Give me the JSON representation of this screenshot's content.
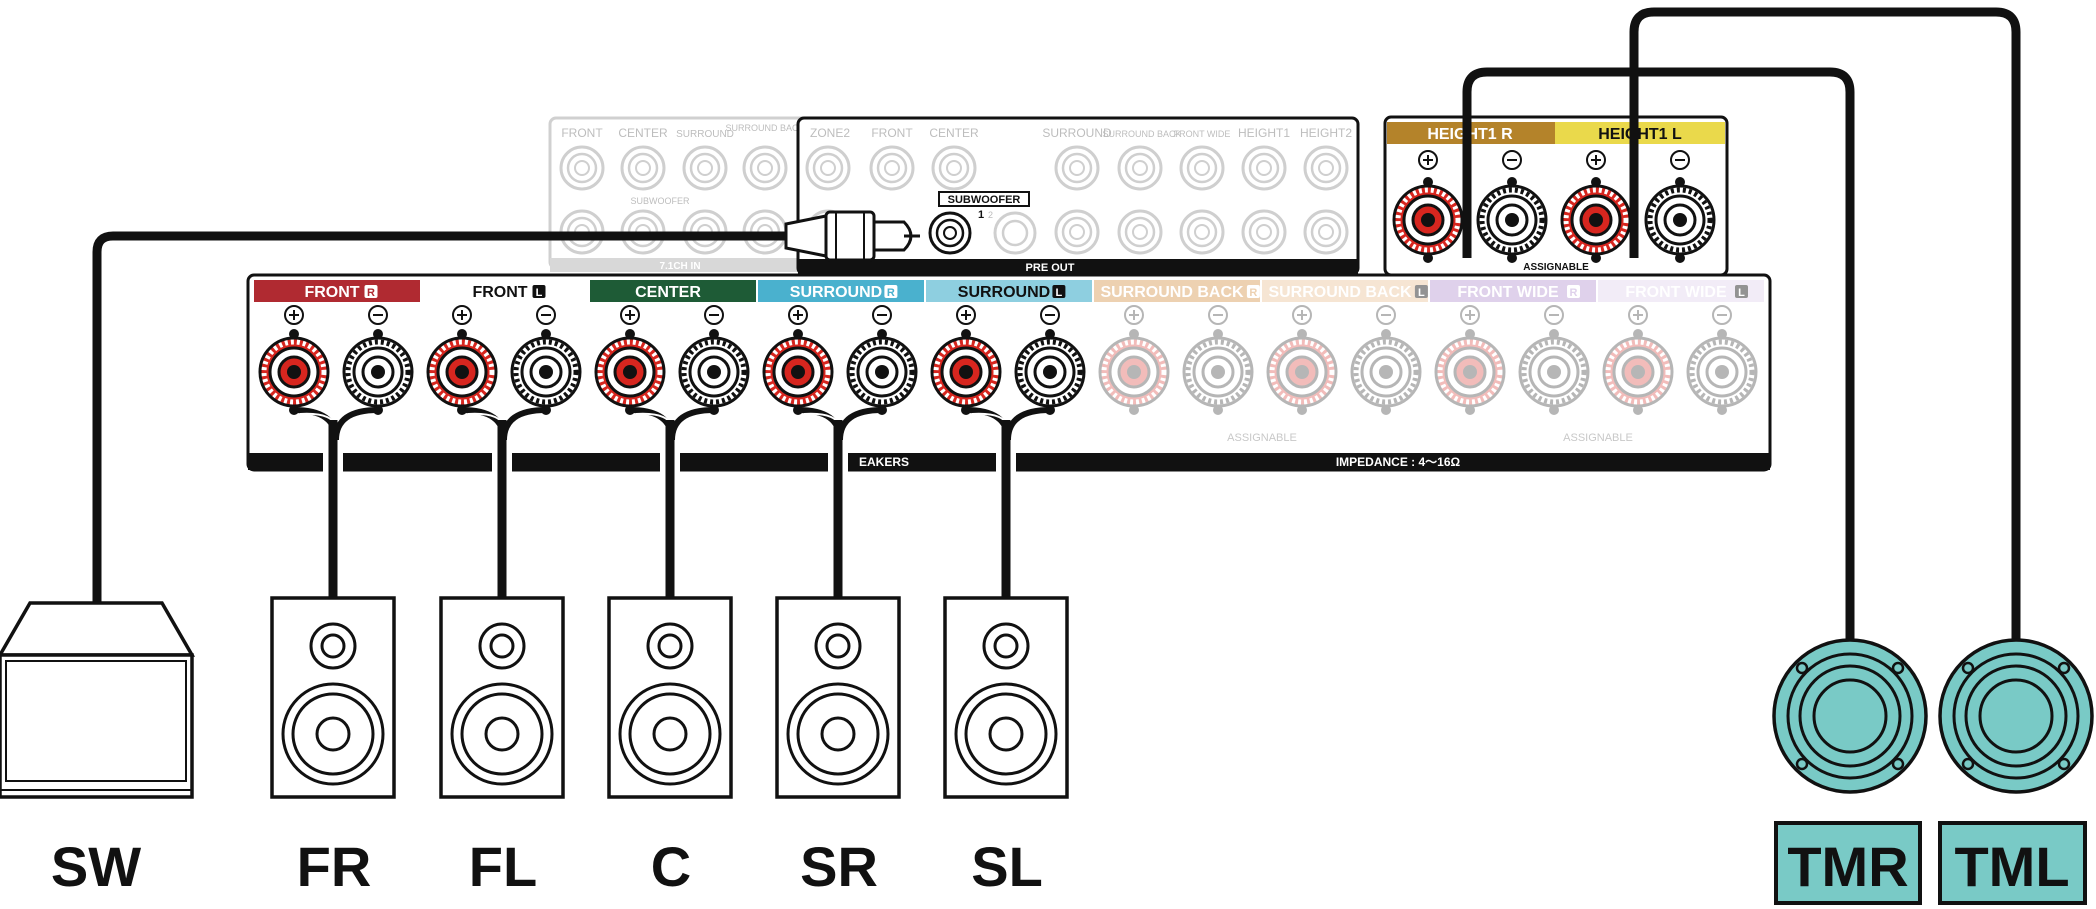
{
  "preout": {
    "in71": {
      "top_labels": [
        "FRONT",
        "CENTER",
        "SURROUND",
        "SURROUND BACK"
      ],
      "mid_label": "SUBWOOFER",
      "bar_label": "7.1CH IN"
    },
    "out": {
      "top_labels": [
        "ZONE2",
        "FRONT",
        "CENTER",
        "SURROUND",
        "SURROUND BACK",
        "FRONT WIDE",
        "HEIGHT1",
        "HEIGHT2"
      ],
      "sub_label": "SUBWOOFER",
      "sub_nums": [
        "1",
        "2"
      ],
      "bar_label": "PRE OUT"
    }
  },
  "height_panel": {
    "labels": [
      "HEIGHT1 R",
      "HEIGHT1 L"
    ],
    "assignable": "ASSIGNABLE"
  },
  "speaker_panel": {
    "channels": [
      {
        "label": "FRONT",
        "badge": "R",
        "color": "#b02a31",
        "active": true
      },
      {
        "label": "FRONT",
        "badge": "L",
        "color": "#ffffff",
        "active": true
      },
      {
        "label": "CENTER",
        "badge": "",
        "color": "#1e5b36",
        "active": true
      },
      {
        "label": "SURROUND",
        "badge": "R",
        "color": "#4ab1ce",
        "active": true
      },
      {
        "label": "SURROUND",
        "badge": "L",
        "color": "#8ecfe0",
        "active": true
      },
      {
        "label": "SURROUND BACK",
        "badge": "R",
        "color": "#d99a55",
        "active": false
      },
      {
        "label": "SURROUND BACK",
        "badge": "L",
        "color": "#ecc79e",
        "active": false
      },
      {
        "label": "FRONT WIDE",
        "badge": "R",
        "color": "#b99bd4",
        "active": false
      },
      {
        "label": "FRONT WIDE",
        "badge": "L",
        "color": "#e3d7ee",
        "active": false
      }
    ],
    "assignable_labels": [
      "ASSIGNABLE",
      "ASSIGNABLE"
    ],
    "speakers_label": "EAKERS",
    "impedance_label": "IMPEDANCE : 4～16Ω"
  },
  "speakers": [
    {
      "label": "SW",
      "kind": "subwoofer"
    },
    {
      "label": "FR",
      "kind": "floor"
    },
    {
      "label": "FL",
      "kind": "floor"
    },
    {
      "label": "C",
      "kind": "floor"
    },
    {
      "label": "SR",
      "kind": "floor"
    },
    {
      "label": "SL",
      "kind": "floor"
    },
    {
      "label": "TMR",
      "kind": "ceiling"
    },
    {
      "label": "TML",
      "kind": "ceiling"
    }
  ],
  "colors": {
    "terminal_red": "#d7261f",
    "ceiling_teal": "#79cac6",
    "cable": "#111111",
    "faded": "#c8c8c8"
  }
}
